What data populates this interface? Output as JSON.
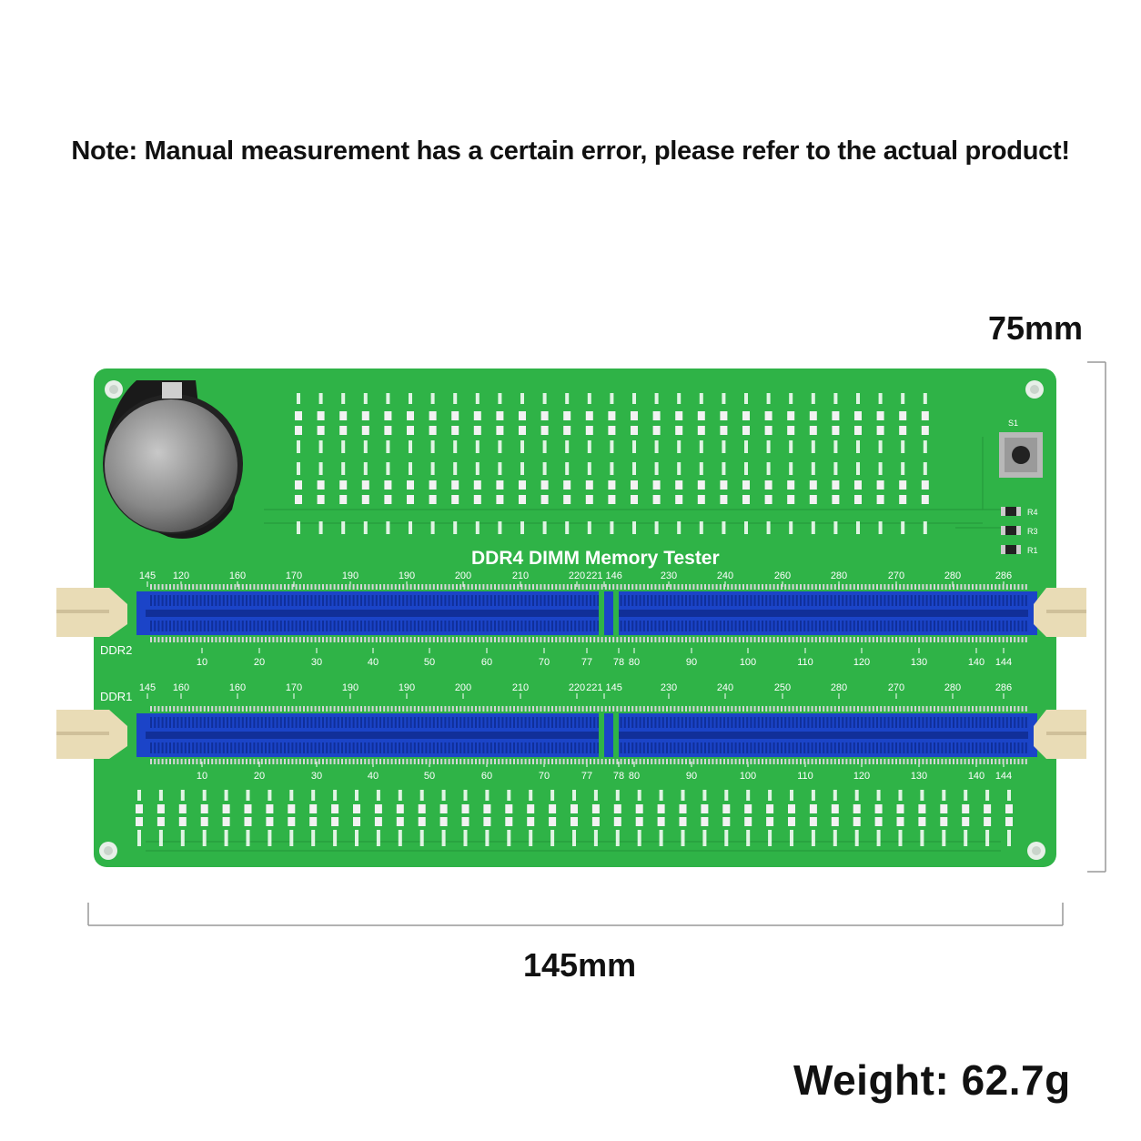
{
  "note": "Note: Manual measurement has a certain error, please refer to the actual product!",
  "dimensions": {
    "height_label": "75mm",
    "width_label": "145mm"
  },
  "weight": "Weight:  62.7g",
  "board": {
    "title": "DDR4 DIMM Memory Tester",
    "slot_top_label": "DDR2",
    "slot_bottom_label": "DDR1",
    "switch_label": "S1",
    "resistor_labels": [
      "R4",
      "R3",
      "R1"
    ],
    "colors": {
      "pcb": "#2fb347",
      "slot": "#1b44c8",
      "latch": "#e9dcb6",
      "battery": "#888888"
    },
    "top_scale": [
      "145",
      "120",
      "160",
      "170",
      "190",
      "190",
      "200",
      "210",
      "220",
      "221 146",
      "230",
      "240",
      "260",
      "280",
      "270",
      "280",
      "286"
    ],
    "mid_scale": [
      "10",
      "20",
      "30",
      "40",
      "50",
      "60",
      "70",
      "77",
      "78",
      "80",
      "90",
      "100",
      "110",
      "120",
      "130",
      "140",
      "144"
    ],
    "lower_scale": [
      "145",
      "160",
      "160",
      "170",
      "190",
      "190",
      "200",
      "210",
      "220",
      "221 145",
      "230",
      "240",
      "250",
      "280",
      "270",
      "280",
      "286"
    ],
    "bottom_scale": [
      "10",
      "20",
      "30",
      "40",
      "50",
      "60",
      "70",
      "77",
      "78",
      "80",
      "90",
      "100",
      "110",
      "120",
      "130",
      "140",
      "144"
    ]
  }
}
